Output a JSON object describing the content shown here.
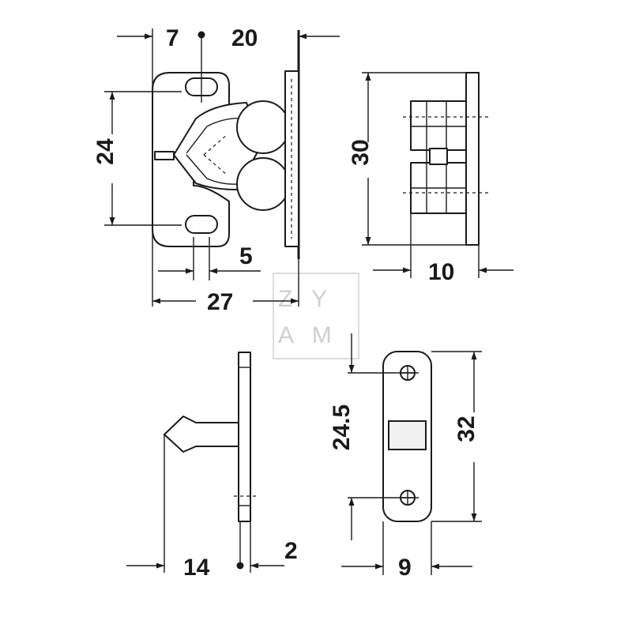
{
  "watermark": {
    "line1": "Z Y",
    "line2": "A M"
  },
  "dimensions": {
    "catch_offset": "7",
    "catch_plate_gap": "20",
    "catch_height": "24",
    "hole_offset": "5",
    "catch_width": "27",
    "strike_height": "30",
    "strike_depth": "10",
    "strike_projection": "14",
    "plate_thickness": "2",
    "hole_spacing": "24.5",
    "plate_length": "32",
    "plate_width": "9"
  }
}
